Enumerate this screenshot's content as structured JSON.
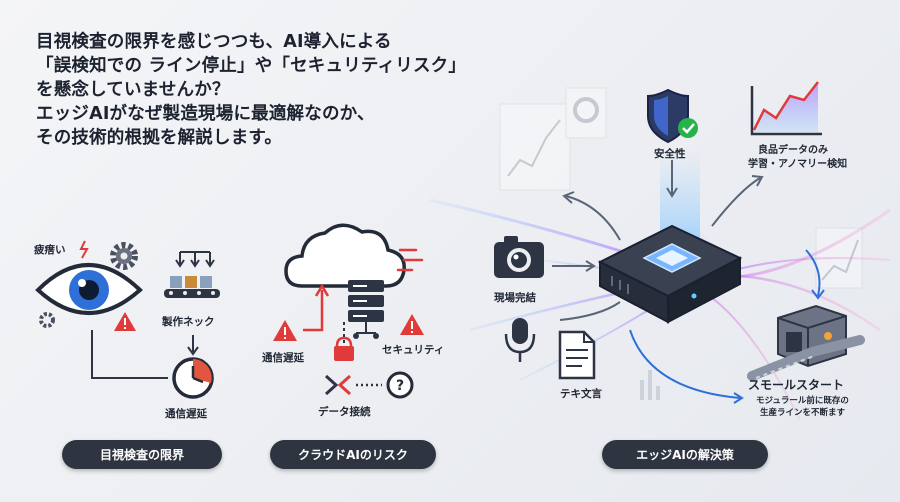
{
  "headline": {
    "line1": "目視検査の限界を感じつつも、AI導入による",
    "line2": "「誤検知での ライン停止」や「セキュリティリスク」",
    "line3": "を懸念していませんか？",
    "line4": "エッジAIがなぜ製造現場に最適解なのか、",
    "line5": "その技術的根拠を解説します。"
  },
  "left_panel": {
    "fatigue_label": "疲瘔い",
    "production_label": "製作ネック",
    "delay_label": "通信遅延",
    "pill": "目視検査の限界"
  },
  "middle_panel": {
    "delay_label": "通信遅延",
    "security_label": "セキュリティ",
    "data_label": "データ接続",
    "pill": "クラウドAIのリスク"
  },
  "right_panel": {
    "security_label": "安全性",
    "learning_label_1": "良品データのみ",
    "learning_label_2": "学習・アノマリー検知",
    "camera_label": "現場完結",
    "doc_label": "テキ文言",
    "start_title": "スモールスタート",
    "start_sub_1": "モジュラール前に既存の",
    "start_sub_2": "生産ラインを不断ます",
    "pill": "エッジAIの解決策"
  },
  "colors": {
    "accent_red": "#e03a3a",
    "accent_blue": "#2e6fd8",
    "dark": "#2f3540",
    "check_green": "#27b24a"
  },
  "icons": [
    "eye-icon",
    "gear-icon",
    "warning-icon",
    "conveyor-icon",
    "clock-icon",
    "cloud-icon",
    "server-icon",
    "lock-icon",
    "broken-link-icon",
    "question-icon",
    "shield-icon",
    "chart-icon",
    "camera-icon",
    "microphone-icon",
    "document-icon",
    "chip-icon",
    "machine-icon"
  ]
}
